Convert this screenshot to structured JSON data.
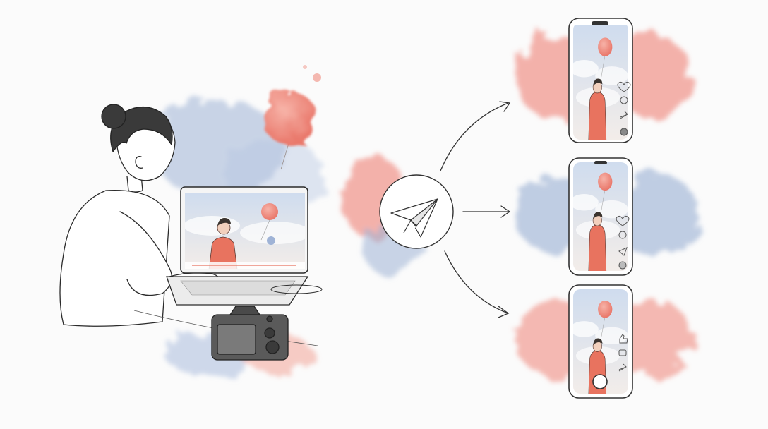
{
  "scene": {
    "type": "illustration",
    "style": "watercolor line-art",
    "palette": {
      "background": "#fbfbfb",
      "ink": "#2b2b2b",
      "coral": "#ee8174",
      "blue": "#9fb3d6",
      "sky": "#dbe6f2",
      "shirt": "#e8735f",
      "hair": "#3a3a3a"
    },
    "icons": {
      "center": "paper-plane-icon",
      "phone_1_actions": [
        "heart-icon",
        "comment-icon",
        "share-icon",
        "avatar-icon"
      ],
      "phone_2_actions": [
        "heart-icon",
        "comment-icon",
        "send-icon",
        "avatar-icon"
      ],
      "phone_3_actions": [
        "thumbs-up-icon",
        "comment-icon",
        "share-icon",
        "record-button"
      ]
    }
  }
}
